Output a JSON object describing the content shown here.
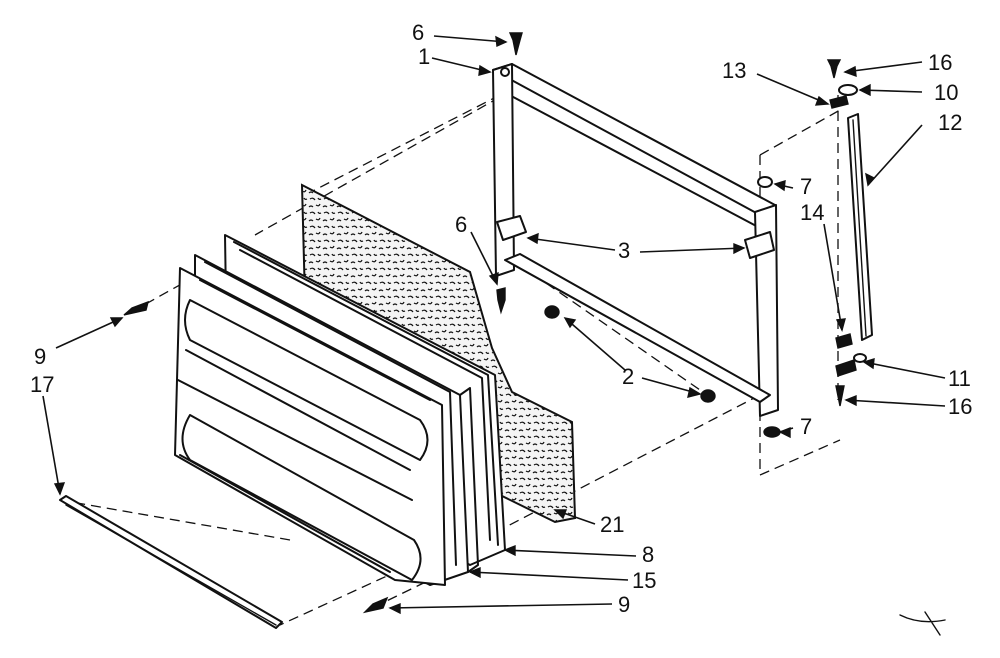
{
  "diagram": {
    "callouts": [
      {
        "id": "c-6-top",
        "text": "6"
      },
      {
        "id": "c-1",
        "text": "1"
      },
      {
        "id": "c-13",
        "text": "13"
      },
      {
        "id": "c-16-top",
        "text": "16"
      },
      {
        "id": "c-10",
        "text": "10"
      },
      {
        "id": "c-12",
        "text": "12"
      },
      {
        "id": "c-7-top",
        "text": "7"
      },
      {
        "id": "c-14",
        "text": "14"
      },
      {
        "id": "c-6-mid",
        "text": "6"
      },
      {
        "id": "c-3",
        "text": "3"
      },
      {
        "id": "c-2",
        "text": "2"
      },
      {
        "id": "c-11",
        "text": "11"
      },
      {
        "id": "c-16-bottom",
        "text": "16"
      },
      {
        "id": "c-7-bottom",
        "text": "7"
      },
      {
        "id": "c-9-left",
        "text": "9"
      },
      {
        "id": "c-17",
        "text": "17"
      },
      {
        "id": "c-21",
        "text": "21"
      },
      {
        "id": "c-8",
        "text": "8"
      },
      {
        "id": "c-15",
        "text": "15"
      },
      {
        "id": "c-9-bottom",
        "text": "9"
      }
    ]
  }
}
